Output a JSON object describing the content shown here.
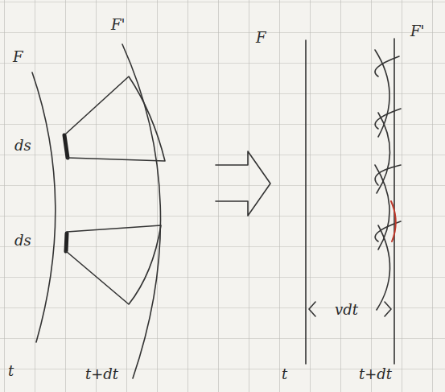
{
  "diagram": {
    "labels": [
      "F",
      "F'",
      "ds",
      "ds",
      "t",
      "t+dt",
      "F",
      "F'",
      "t",
      "t+dt",
      "vdt"
    ]
  }
}
